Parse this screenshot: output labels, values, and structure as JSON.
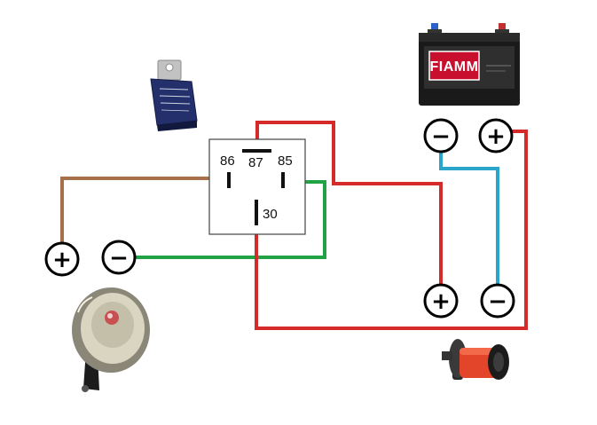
{
  "relay": {
    "pin_86": "86",
    "pin_87": "87",
    "pin_85": "85",
    "pin_30": "30"
  },
  "battery": {
    "brand": "FIAMM"
  },
  "terminals": {
    "plus": "+",
    "minus": "−"
  },
  "colors": {
    "red_wire": "#d42a2a",
    "blue_wire": "#2aa5c9",
    "green_wire": "#21a345",
    "brown_wire": "#a5704a",
    "battery_label": "#c8102e"
  }
}
